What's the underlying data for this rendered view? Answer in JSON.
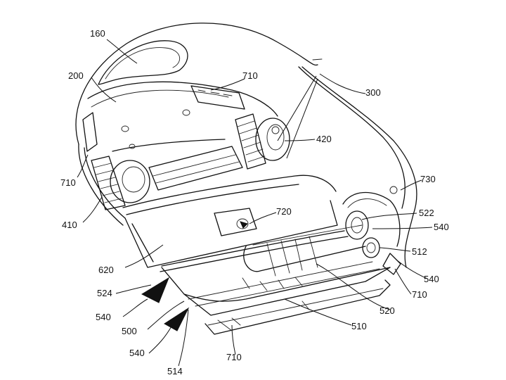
{
  "labels": {
    "l160": "160",
    "l200": "200",
    "l710_top": "710",
    "l300": "300",
    "l420": "420",
    "l730": "730",
    "l710_left": "710",
    "l410": "410",
    "l720": "720",
    "l522": "522",
    "l540_r1": "540",
    "l512": "512",
    "l620": "620",
    "l540_r2": "540",
    "l710_r": "710",
    "l524": "524",
    "l520": "520",
    "l540_l1": "540",
    "l500": "500",
    "l510": "510",
    "l540_l2": "540",
    "l710_bottom": "710",
    "l514": "514"
  }
}
